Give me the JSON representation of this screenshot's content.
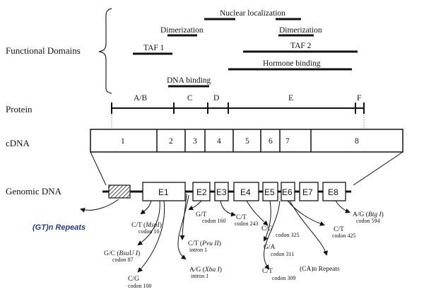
{
  "rows": {
    "functional": "Functional Domains",
    "protein": "Protein",
    "cdna": "cDNA",
    "genomic": "Genomic DNA"
  },
  "domains": [
    {
      "id": "nuclear",
      "label": "Nuclear localization"
    },
    {
      "id": "dim1",
      "label": "Dimerization"
    },
    {
      "id": "dim2",
      "label": "Dimerization"
    },
    {
      "id": "taf1",
      "label": "TAF 1"
    },
    {
      "id": "taf2",
      "label": "TAF 2"
    },
    {
      "id": "hormone",
      "label": "Hormone binding"
    },
    {
      "id": "dna",
      "label": "DNA binding"
    }
  ],
  "protein_regions": [
    "A/B",
    "C",
    "D",
    "E",
    "F"
  ],
  "cdna_segments": [
    "1",
    "2",
    "3",
    "4",
    "5",
    "6",
    "7",
    "8"
  ],
  "exons": [
    "E1",
    "E2",
    "E3",
    "E4",
    "E5",
    "E6",
    "E7",
    "E8"
  ],
  "gt_repeats": "(GT)n Repeats",
  "ca_repeats": "(CA)n Repeats",
  "mutations": [
    {
      "id": "mspi",
      "change": "C/T",
      "enzyme": "MspI",
      "loc": "codon 10"
    },
    {
      "id": "bsuI",
      "change": "G/C",
      "enzyme": "BsuU I",
      "loc": "codon 87"
    },
    {
      "id": "cg100",
      "change": "C/G",
      "enzyme": "",
      "loc": "codon 100"
    },
    {
      "id": "pvuii",
      "change": "C/T",
      "enzyme": "Pvu II",
      "loc": "intron 1"
    },
    {
      "id": "xbai",
      "change": "A/G",
      "enzyme": "Xba I",
      "loc": "intron 1"
    },
    {
      "id": "gt160",
      "change": "G/T",
      "enzyme": "",
      "loc": "codon 160"
    },
    {
      "id": "ct243",
      "change": "C/T",
      "enzyme": "",
      "loc": "codon 243"
    },
    {
      "id": "cg325",
      "change": "C/G",
      "enzyme": "",
      "loc": "codon 325"
    },
    {
      "id": "ga311",
      "change": "G/A",
      "enzyme": "",
      "loc": "codon 311"
    },
    {
      "id": "ct309",
      "change": "C/T",
      "enzyme": "",
      "loc": "codon 309"
    },
    {
      "id": "ct425",
      "change": "C/T",
      "enzyme": "",
      "loc": "codon 425"
    },
    {
      "id": "btgi",
      "change": "A/G",
      "enzyme": "Btg I",
      "loc": "codon 594"
    }
  ]
}
